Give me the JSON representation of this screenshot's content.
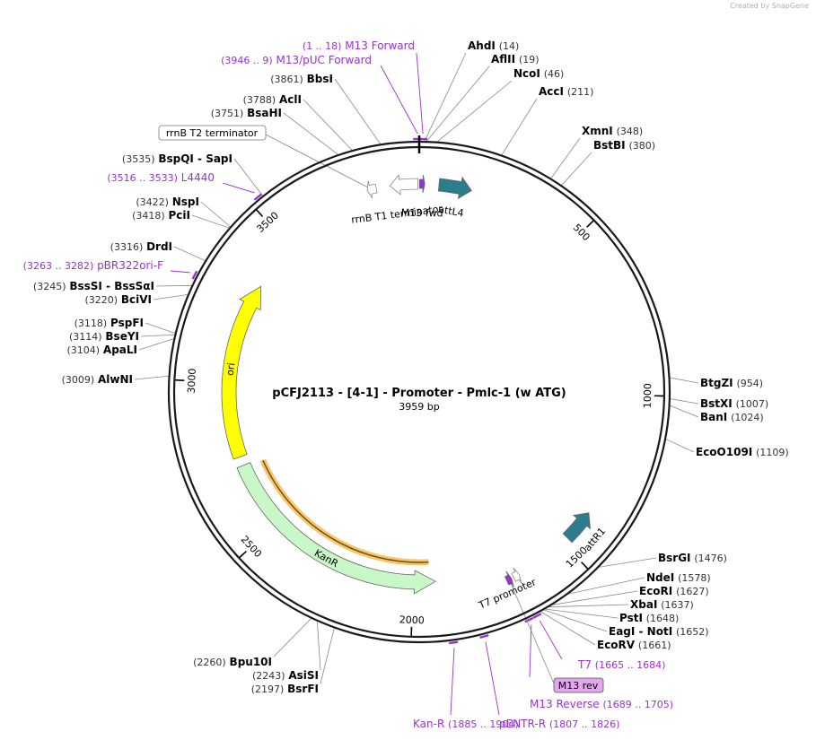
{
  "watermark": "Created by SnapGene",
  "plasmid": {
    "name": "pCFJ2113 - [4-1] - Promoter - Pmlc-1 (w ATG)",
    "length_label": "3959 bp",
    "length": 3959
  },
  "ticks": [
    {
      "pos": 500,
      "label": "500"
    },
    {
      "pos": 1000,
      "label": "1000"
    },
    {
      "pos": 1500,
      "label": "1500"
    },
    {
      "pos": 2000,
      "label": "2000"
    },
    {
      "pos": 2500,
      "label": "2500"
    },
    {
      "pos": 3000,
      "label": "3000"
    },
    {
      "pos": 3500,
      "label": "3500"
    }
  ],
  "features": [
    {
      "name": "attL4",
      "start": 60,
      "end": 160,
      "color": "#2e7d8c",
      "dir": 1,
      "label": "attL4"
    },
    {
      "name": "M13 fwd",
      "start": 1,
      "end": 17,
      "color": "#9b30d9",
      "dir": 1,
      "label": "M13 fwd"
    },
    {
      "name": "rrnB T1 terminator",
      "start": 3870,
      "end": 3955,
      "color": "#ffffff",
      "dir": -1,
      "label": "rrnB T1 terminator"
    },
    {
      "name": "rrnB T2 terminator",
      "start": 3800,
      "end": 3828,
      "color": "#ffffff",
      "dir": -1,
      "label": ""
    },
    {
      "name": "ori",
      "start": 2750,
      "end": 3340,
      "color": "#ffff00",
      "dir": 1,
      "label": "ori"
    },
    {
      "name": "KanR",
      "start": 1925,
      "end": 2720,
      "color": "#c8f7c8",
      "dir": -1,
      "label": "KanR"
    },
    {
      "name": "attR1",
      "start": 1380,
      "end": 1480,
      "color": "#2e7d8c",
      "dir": -1,
      "label": "attR1"
    },
    {
      "name": "T7 promoter",
      "start": 1664,
      "end": 1683,
      "color": "#ffffff",
      "dir": -1,
      "label": "T7 promoter"
    },
    {
      "name": "M13 rev",
      "start": 1690,
      "end": 1706,
      "color": "#9b30d9",
      "dir": -1,
      "label": ""
    }
  ],
  "sites": [
    {
      "pos": 14,
      "name": "AhdI",
      "number": "(14)"
    },
    {
      "pos": 19,
      "name": "AflII",
      "number": "(19)"
    },
    {
      "pos": 46,
      "name": "NcoI",
      "number": "(46)"
    },
    {
      "pos": 211,
      "name": "AccI",
      "number": "(211)"
    },
    {
      "pos": 348,
      "name": "XmnI",
      "number": "(348)"
    },
    {
      "pos": 380,
      "name": "BstBI",
      "number": "(380)"
    },
    {
      "pos": 954,
      "name": "BtgZI",
      "number": "(954)"
    },
    {
      "pos": 1007,
      "name": "BstXI",
      "number": "(1007)"
    },
    {
      "pos": 1024,
      "name": "BanI",
      "number": "(1024)"
    },
    {
      "pos": 1109,
      "name": "EcoO109I",
      "number": "(1109)"
    },
    {
      "pos": 1476,
      "name": "BsrGI",
      "number": "(1476)"
    },
    {
      "pos": 1578,
      "name": "NdeI",
      "number": "(1578)"
    },
    {
      "pos": 1627,
      "name": "EcoRI",
      "number": "(1627)"
    },
    {
      "pos": 1637,
      "name": "XbaI",
      "number": "(1637)"
    },
    {
      "pos": 1648,
      "name": "PstI",
      "number": "(1648)"
    },
    {
      "pos": 1652,
      "name": "EagI - NotI",
      "number": "(1652)"
    },
    {
      "pos": 1661,
      "name": "EcoRV",
      "number": "(1661)"
    },
    {
      "pos": 2197,
      "name": "BsrFI",
      "number": "(2197)"
    },
    {
      "pos": 2243,
      "name": "AsiSI",
      "number": "(2243)"
    },
    {
      "pos": 2260,
      "name": "Bpu10I",
      "number": "(2260)"
    },
    {
      "pos": 3009,
      "name": "AlwNI",
      "number": "(3009)"
    },
    {
      "pos": 3104,
      "name": "ApaLI",
      "number": "(3104)"
    },
    {
      "pos": 3114,
      "name": "BseYI",
      "number": "(3114)"
    },
    {
      "pos": 3118,
      "name": "PspFI",
      "number": "(3118)"
    },
    {
      "pos": 3220,
      "name": "BciVI",
      "number": "(3220)"
    },
    {
      "pos": 3245,
      "name": "BssSI - BssSαI",
      "number": "(3245)"
    },
    {
      "pos": 3316,
      "name": "DrdI",
      "number": "(3316)"
    },
    {
      "pos": 3418,
      "name": "PciI",
      "number": "(3418)"
    },
    {
      "pos": 3422,
      "name": "NspI",
      "number": "(3422)"
    },
    {
      "pos": 3535,
      "name": "BspQI - SapI",
      "number": "(3535)"
    },
    {
      "pos": 3751,
      "name": "BsaHI",
      "number": "(3751)"
    },
    {
      "pos": 3788,
      "name": "AclI",
      "number": "(3788)"
    },
    {
      "pos": 3861,
      "name": "BbsI",
      "number": "(3861)"
    }
  ],
  "primers": [
    {
      "pos": 9,
      "name": "M13 Forward",
      "range": "(1 .. 18)"
    },
    {
      "pos": 3955,
      "name": "M13/pUC Forward",
      "range": "(3946 .. 9)"
    },
    {
      "pos": 3524,
      "name": "L4440",
      "range": "(3516 .. 3533)"
    },
    {
      "pos": 3272,
      "name": "pBR322ori-F",
      "range": "(3263 .. 3282)"
    },
    {
      "pos": 1674,
      "name": "T7",
      "range": "(1665 .. 1684)"
    },
    {
      "pos": 1697,
      "name": "M13 Reverse",
      "range": "(1689 .. 1705)"
    },
    {
      "pos": 1816,
      "name": "pENTR-R",
      "range": "(1807 .. 1826)"
    },
    {
      "pos": 1894,
      "name": "Kan-R",
      "range": "(1885 .. 1904)"
    }
  ],
  "boxed_labels": {
    "rrnb_t2": "rrnB T2 terminator",
    "m13_rev": "M13 rev"
  },
  "colors": {
    "backbone": "#1a1a1a",
    "primer": "#9b30d9",
    "site": "#000000",
    "number": "#333333"
  }
}
